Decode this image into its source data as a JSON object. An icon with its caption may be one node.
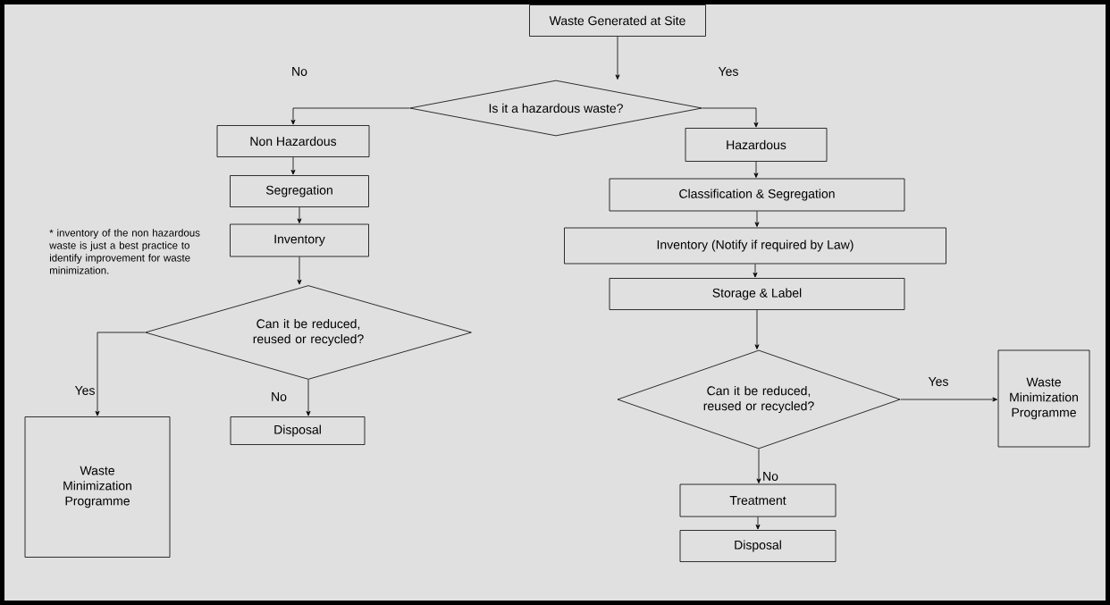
{
  "diagram": {
    "nodes": [
      {
        "text": [
          "Waste Generated at Site"
        ]
      },
      {
        "text": [
          "Is it a hazardous waste?"
        ]
      },
      {
        "text": [
          "Non Hazardous"
        ]
      },
      {
        "text": [
          "Segregation"
        ]
      },
      {
        "text": [
          "Inventory"
        ]
      },
      {
        "text": [
          "Can it be reduced, reused or recycled?"
        ]
      },
      {
        "text": [
          "Waste Minimization Programme"
        ]
      },
      {
        "text": [
          "Disposal"
        ]
      },
      {
        "text": [
          "Hazardous"
        ]
      },
      {
        "text": [
          "Classification & Segregation"
        ]
      },
      {
        "text": [
          "Inventory (Notify if required by Law)"
        ]
      },
      {
        "text": [
          "Storage & Label"
        ]
      },
      {
        "text": [
          "Can it be reduced, reused or recycled?"
        ]
      },
      {
        "text": [
          "Waste Minimization Programme"
        ]
      },
      {
        "text": [
          "Treatment"
        ]
      },
      {
        "text": [
          "Disposal"
        ]
      }
    ],
    "edges": [
      {
        "from": 0,
        "to": 1,
        "arrow": "to"
      },
      {
        "from": 1,
        "to": 2,
        "arrow": "to",
        "label": "No"
      },
      {
        "from": 1,
        "to": 8,
        "arrow": "to",
        "label": "Yes"
      },
      {
        "from": 2,
        "to": 3,
        "arrow": "to"
      },
      {
        "from": 3,
        "to": 4,
        "arrow": "to"
      },
      {
        "from": 4,
        "to": 5,
        "arrow": "to"
      },
      {
        "from": 5,
        "to": 6,
        "arrow": "to",
        "label": "Yes"
      },
      {
        "from": 5,
        "to": 7,
        "arrow": "to",
        "label": "No"
      },
      {
        "from": 8,
        "to": 9,
        "arrow": "to"
      },
      {
        "from": 9,
        "to": 10,
        "arrow": "to"
      },
      {
        "from": 10,
        "to": 11,
        "arrow": "to"
      },
      {
        "from": 11,
        "to": 12,
        "arrow": "to"
      },
      {
        "from": 12,
        "to": 13,
        "arrow": "to",
        "label": "Yes"
      },
      {
        "from": 12,
        "to": 14,
        "arrow": "to",
        "label": "No"
      },
      {
        "from": 14,
        "to": 15,
        "arrow": "to"
      }
    ],
    "labels": [
      "* inventory of the non hazardous waste is just a best practice to identify improvement for waste minimization."
    ]
  }
}
